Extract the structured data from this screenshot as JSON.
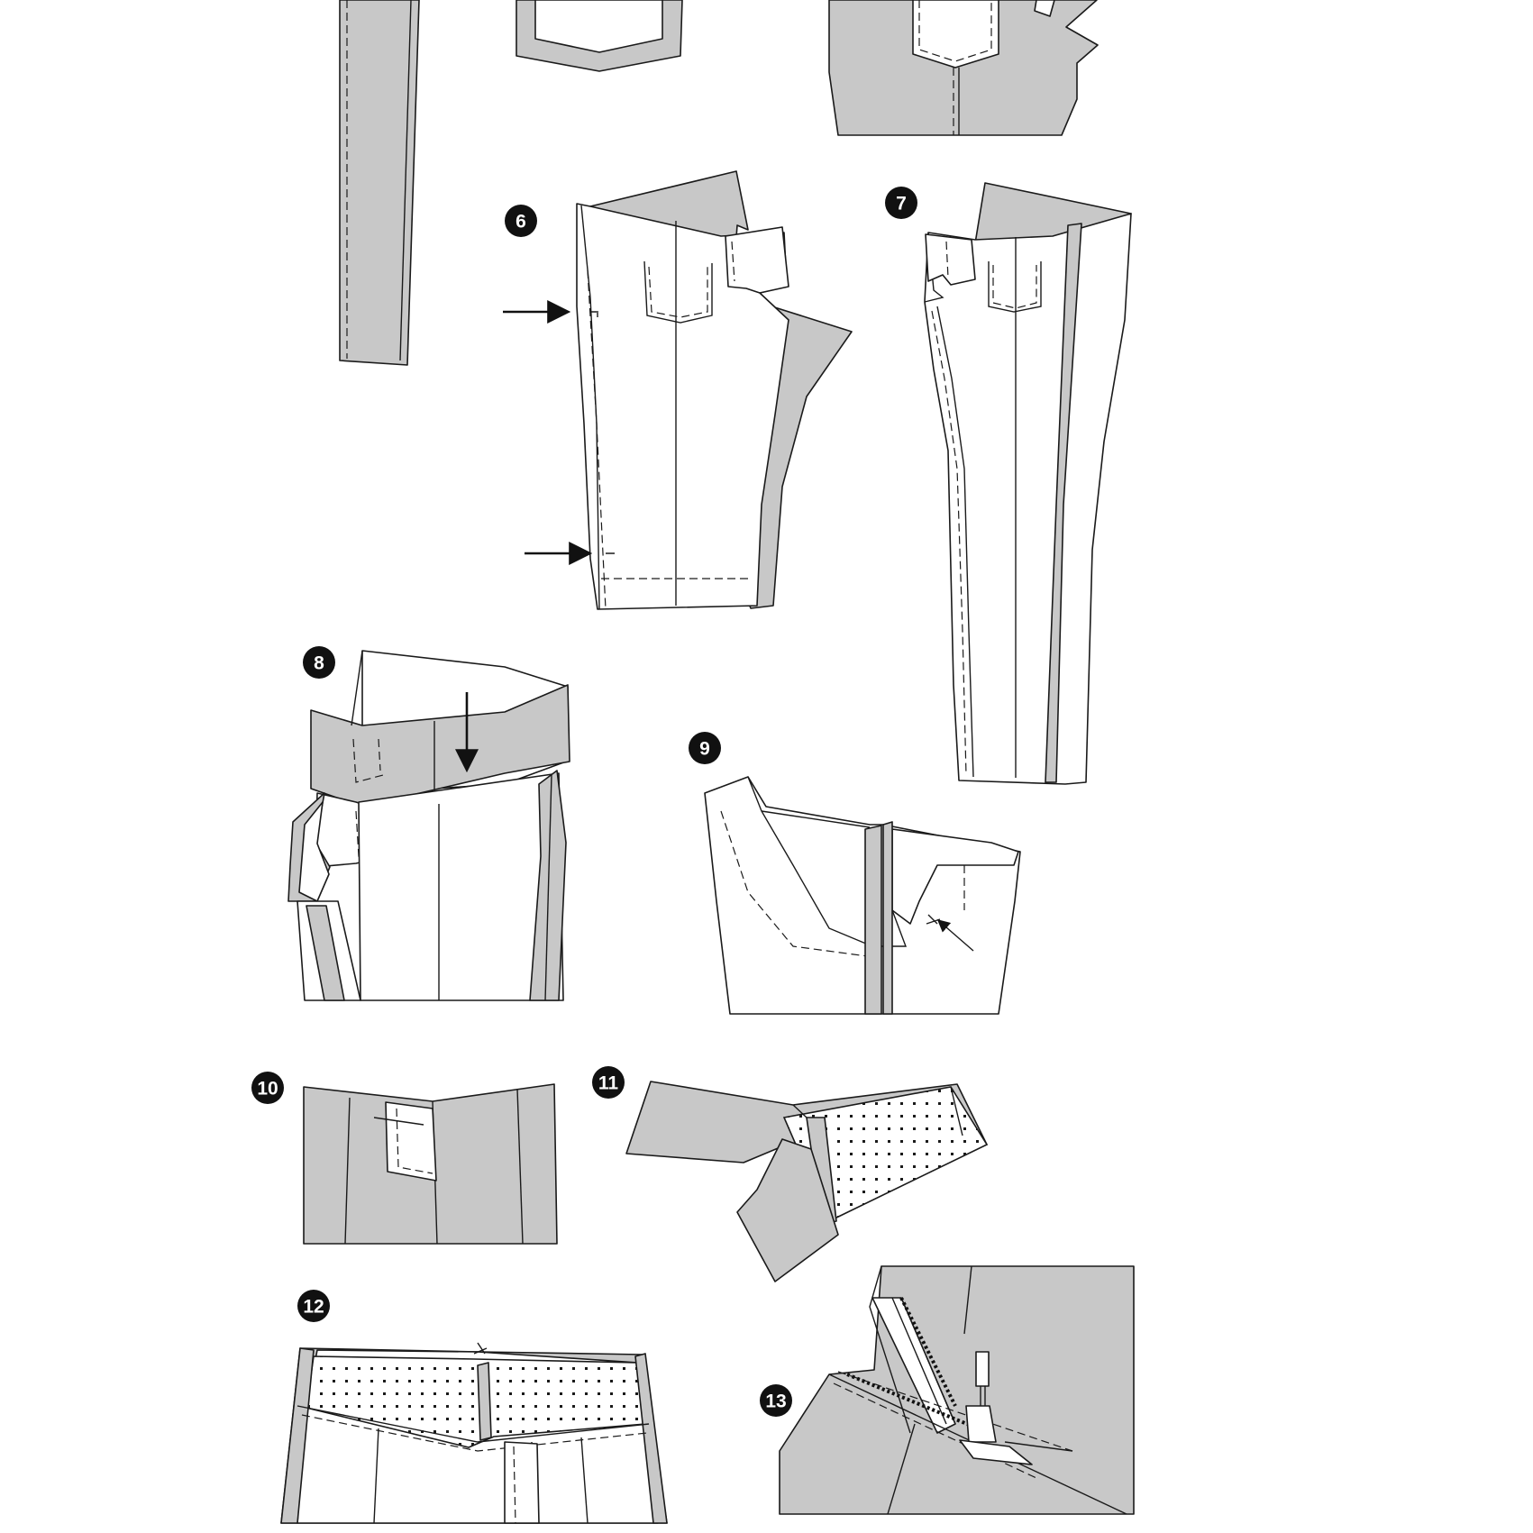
{
  "steps": [
    "6",
    "7",
    "8",
    "9",
    "10",
    "11",
    "12",
    "13"
  ],
  "colors": {
    "fabric": "#c8c8c8",
    "outline": "#1a1a1a",
    "background": "#ffffff"
  }
}
